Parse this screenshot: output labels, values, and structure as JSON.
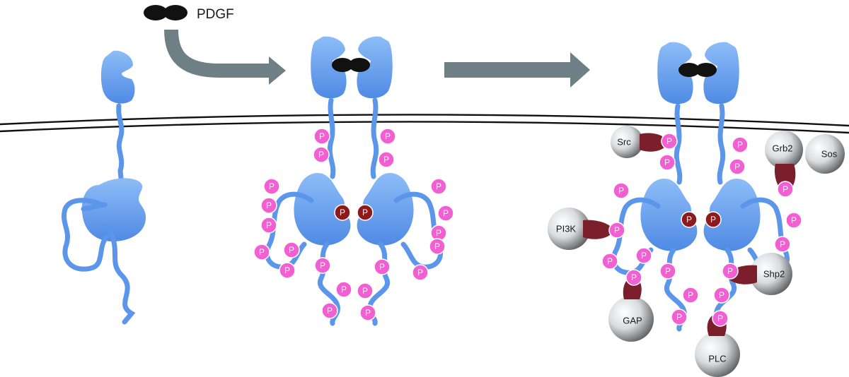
{
  "ligand": {
    "label": "PDGF"
  },
  "phospho_label": "P",
  "adaptors": {
    "src": "Src",
    "grb2": "Grb2",
    "sos": "Sos",
    "pi3k": "PI3K",
    "shp2": "Shp2",
    "gap": "GAP",
    "plc": "PLC"
  },
  "colors": {
    "receptor": "#6fa8f2",
    "receptor_dark": "#4f8ae4",
    "phospho": "#f25fd3",
    "phospho_kinase": "#8e1b1b",
    "sh2_domain": "#7a1f2b",
    "adaptor_light": "#f2f2f2",
    "adaptor_dark": "#3a3a3a",
    "arrow": "#6f7f86",
    "membrane": "#111111",
    "ligand": "#111111"
  }
}
